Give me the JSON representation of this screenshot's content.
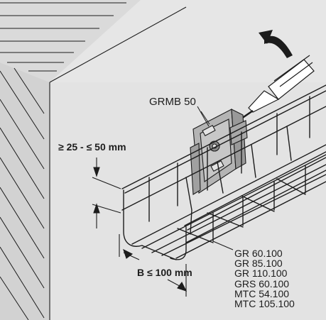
{
  "labels": {
    "model": "GRMB 50",
    "spacing_dim": "≥ 25 - ≤ 50 mm",
    "width_dim": "B ≤ 100 mm"
  },
  "compatible_trays": [
    "GR 60.100",
    "GR 85.100",
    "GR 110.100",
    "GRS 60.100",
    "MTC 54.100",
    "MTC 105.100"
  ],
  "icons": [
    "wall-hatching",
    "rotation-arrow-icon",
    "screwdriver-icon",
    "mounting-bracket",
    "wire-mesh-cable-tray",
    "dimension-arrow-icon"
  ],
  "colors": {
    "background": "#e3e3e3",
    "line": "#1c1c1c",
    "wall_face": "#d0d0d0",
    "bracket": "#b4b4b4"
  }
}
